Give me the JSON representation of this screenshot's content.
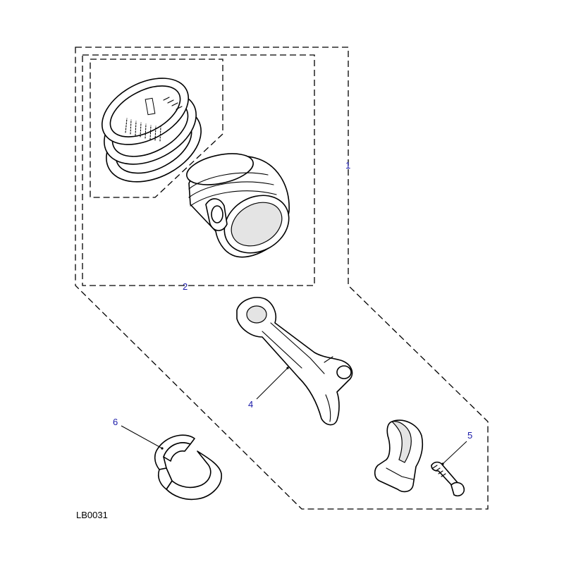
{
  "diagram": {
    "id_label": "LB0031",
    "accent_color": "#1a1aa8",
    "callouts": [
      {
        "key": "c1",
        "text": "1"
      },
      {
        "key": "c2",
        "text": "2"
      },
      {
        "key": "c4",
        "text": "4"
      },
      {
        "key": "c5",
        "text": "5"
      },
      {
        "key": "c6",
        "text": "6"
      }
    ],
    "parts": [
      {
        "key": "piston-rings",
        "icon": "piston-rings-icon"
      },
      {
        "key": "piston",
        "icon": "piston-icon"
      },
      {
        "key": "connecting-rod",
        "icon": "connecting-rod-icon"
      },
      {
        "key": "rod-cap",
        "icon": "rod-cap-icon"
      },
      {
        "key": "rod-bolt",
        "icon": "bolt-icon"
      },
      {
        "key": "bearing-shells",
        "icon": "bearing-shell-icon"
      }
    ]
  }
}
